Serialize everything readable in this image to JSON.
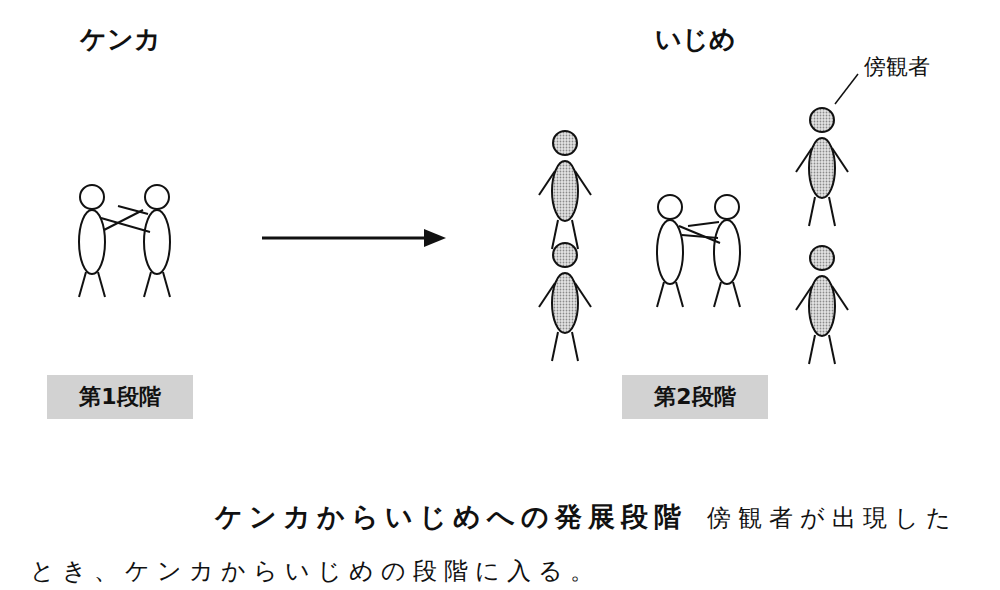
{
  "diagram": {
    "caption": "ケンカからいじめへの発展段階",
    "nodes": [
      {
        "text": [
          "第1段階"
        ]
      },
      {
        "text": [
          "第2段階"
        ]
      }
    ],
    "labels": [
      "ケンカ",
      "いじめ",
      "傍観者",
      "傍観者が出現したとき、ケンカからいじめの段階に入る。"
    ]
  }
}
